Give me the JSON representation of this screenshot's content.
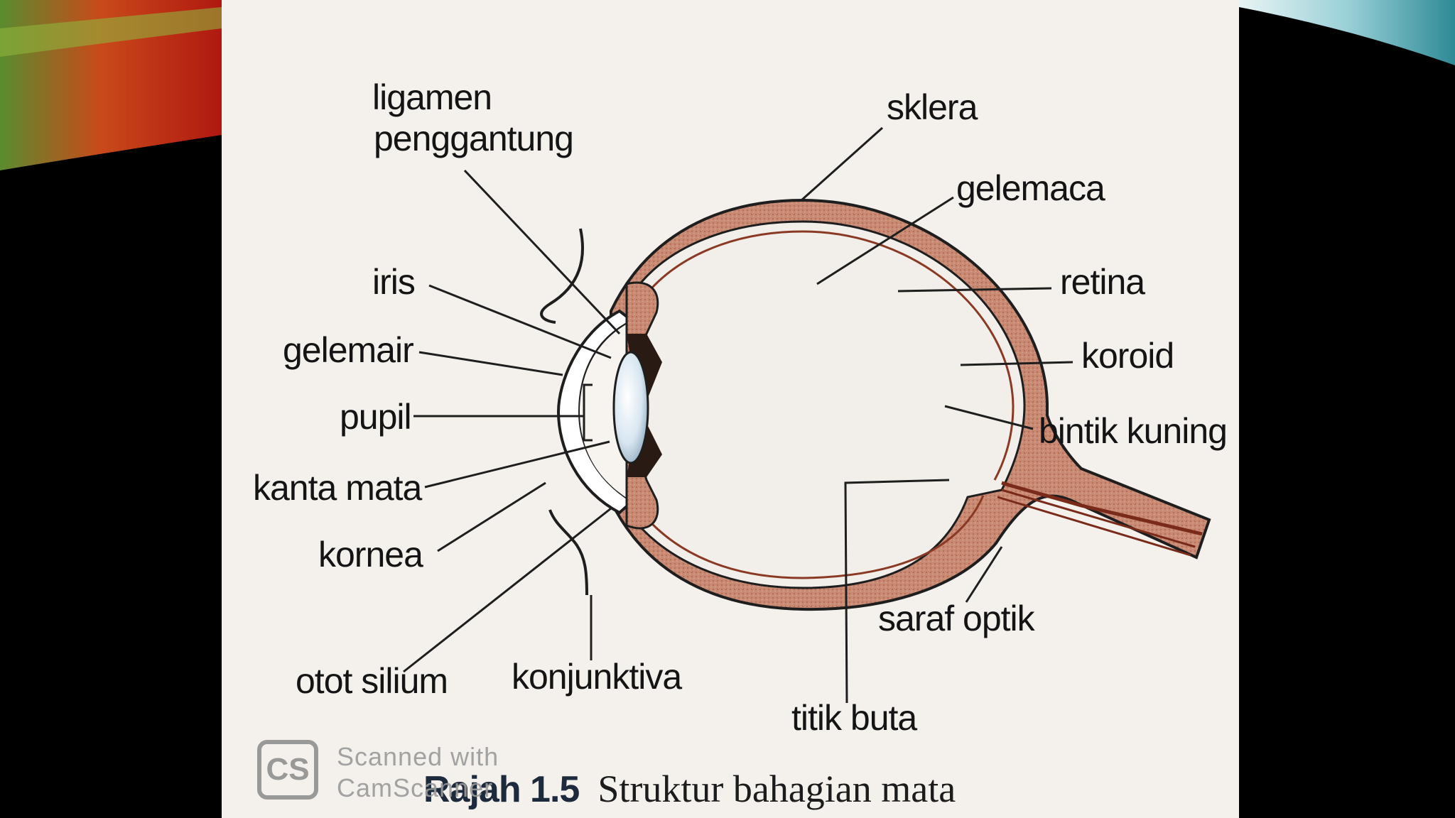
{
  "figure": {
    "caption_number": "Rajah 1.5",
    "caption_text": "Struktur bahagian mata"
  },
  "labels": {
    "ligamen_line1": "ligamen",
    "ligamen_line2": "penggantung",
    "sklera": "sklera",
    "gelemaca": "gelemaca",
    "retina": "retina",
    "koroid": "koroid",
    "bintik_kuning": "bintik kuning",
    "iris": "iris",
    "gelemair": "gelemair",
    "pupil": "pupil",
    "kanta_mata": "kanta mata",
    "kornea": "kornea",
    "otot_silium": "otot silium",
    "konjunktiva": "konjunktiva",
    "titik_buta": "titik buta",
    "saraf_optik": "saraf optik"
  },
  "watermark": {
    "logo": "CS",
    "line1": "Scanned with",
    "line2": "CamScanner"
  },
  "colors": {
    "tissue": "#c98a74",
    "tissue_dark": "#a85a44",
    "outline": "#1e1e1e",
    "paper": "#f4f1ec",
    "lens": "#dfe9f2"
  }
}
